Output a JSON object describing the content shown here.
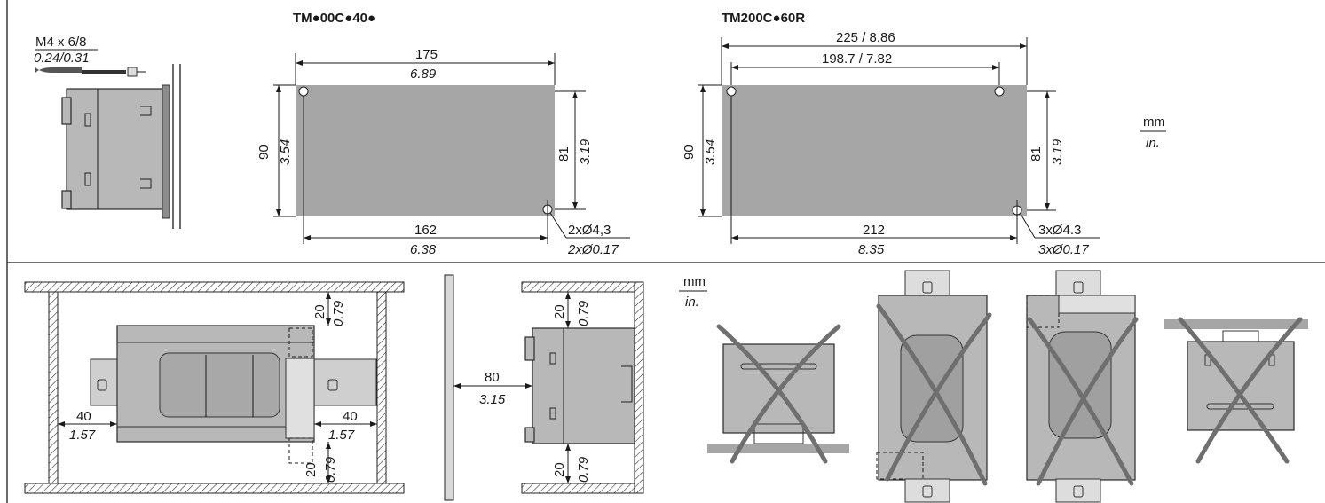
{
  "top_left": {
    "screw_label": "M4 x 6/8",
    "screw_label_in": "0.24/0.31"
  },
  "panel_a": {
    "title": "TM●00C●40●",
    "width_mm": "175",
    "width_in": "6.89",
    "height_mm": "90",
    "height_in": "3.54",
    "inner_h_mm": "81",
    "inner_h_in": "3.19",
    "bottom_mm": "162",
    "bottom_in": "6.38",
    "hole_mm": "2xØ4,3",
    "hole_in": "2xØ0.17"
  },
  "panel_b": {
    "title": "TM200C●60R",
    "width_label": "225 / 8.86",
    "inner_width_label": "198.7 / 7.82",
    "height_mm": "90",
    "height_in": "3.54",
    "inner_h_mm": "81",
    "inner_h_in": "3.19",
    "bottom_mm": "212",
    "bottom_in": "8.35",
    "hole_mm": "3xØ4.3",
    "hole_in": "3xØ0.17"
  },
  "units": {
    "mm": "mm",
    "in": "in."
  },
  "clearance": {
    "side_mm": "40",
    "side_in": "1.57",
    "top_mm": "20",
    "top_in": "0.79",
    "front_mm": "80",
    "front_in": "3.15"
  },
  "units_bottom": {
    "mm": "mm",
    "in": "in."
  }
}
